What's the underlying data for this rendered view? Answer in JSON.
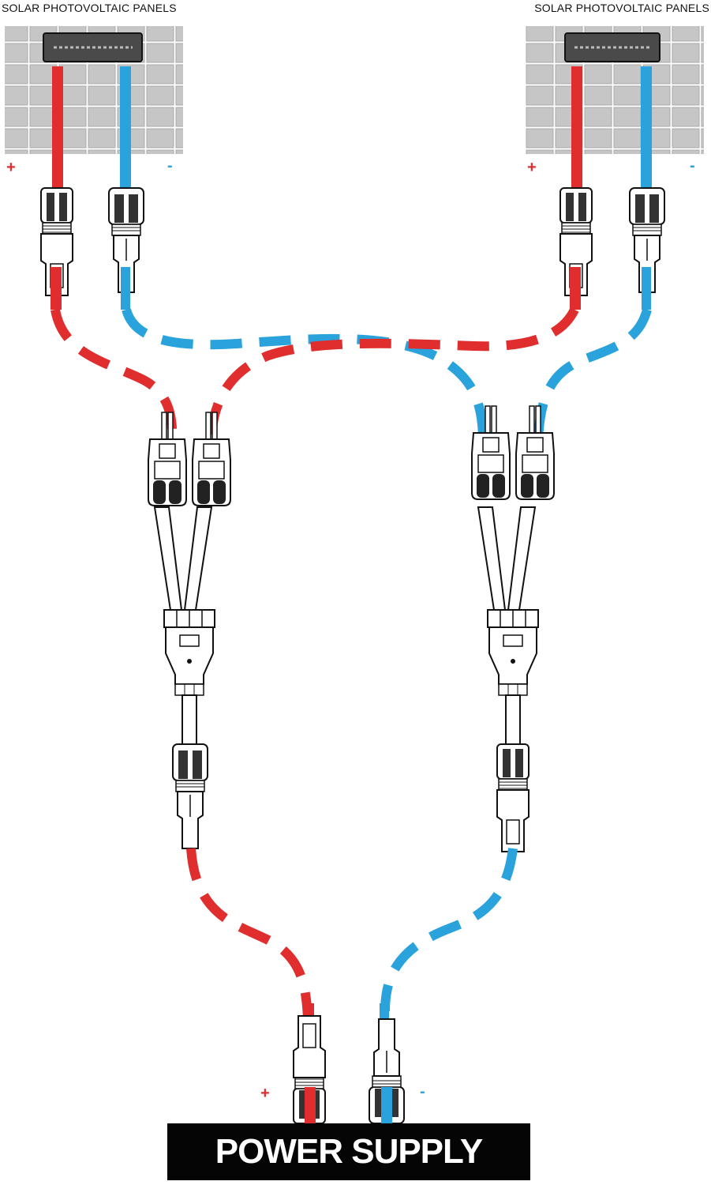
{
  "panels": {
    "left_label": "SOLAR PHOTOVOLTAIC PANELS",
    "right_label": "SOLAR PHOTOVOLTAIC PANELS"
  },
  "signs": {
    "plus": "+",
    "minus": "-"
  },
  "power_supply": {
    "label": "POWER SUPPLY"
  },
  "colors": {
    "positive_wire": "#e02d2d",
    "negative_wire": "#2aa3dc",
    "panel_cell": "#c7c7c7",
    "connector_outline": "#111111"
  }
}
